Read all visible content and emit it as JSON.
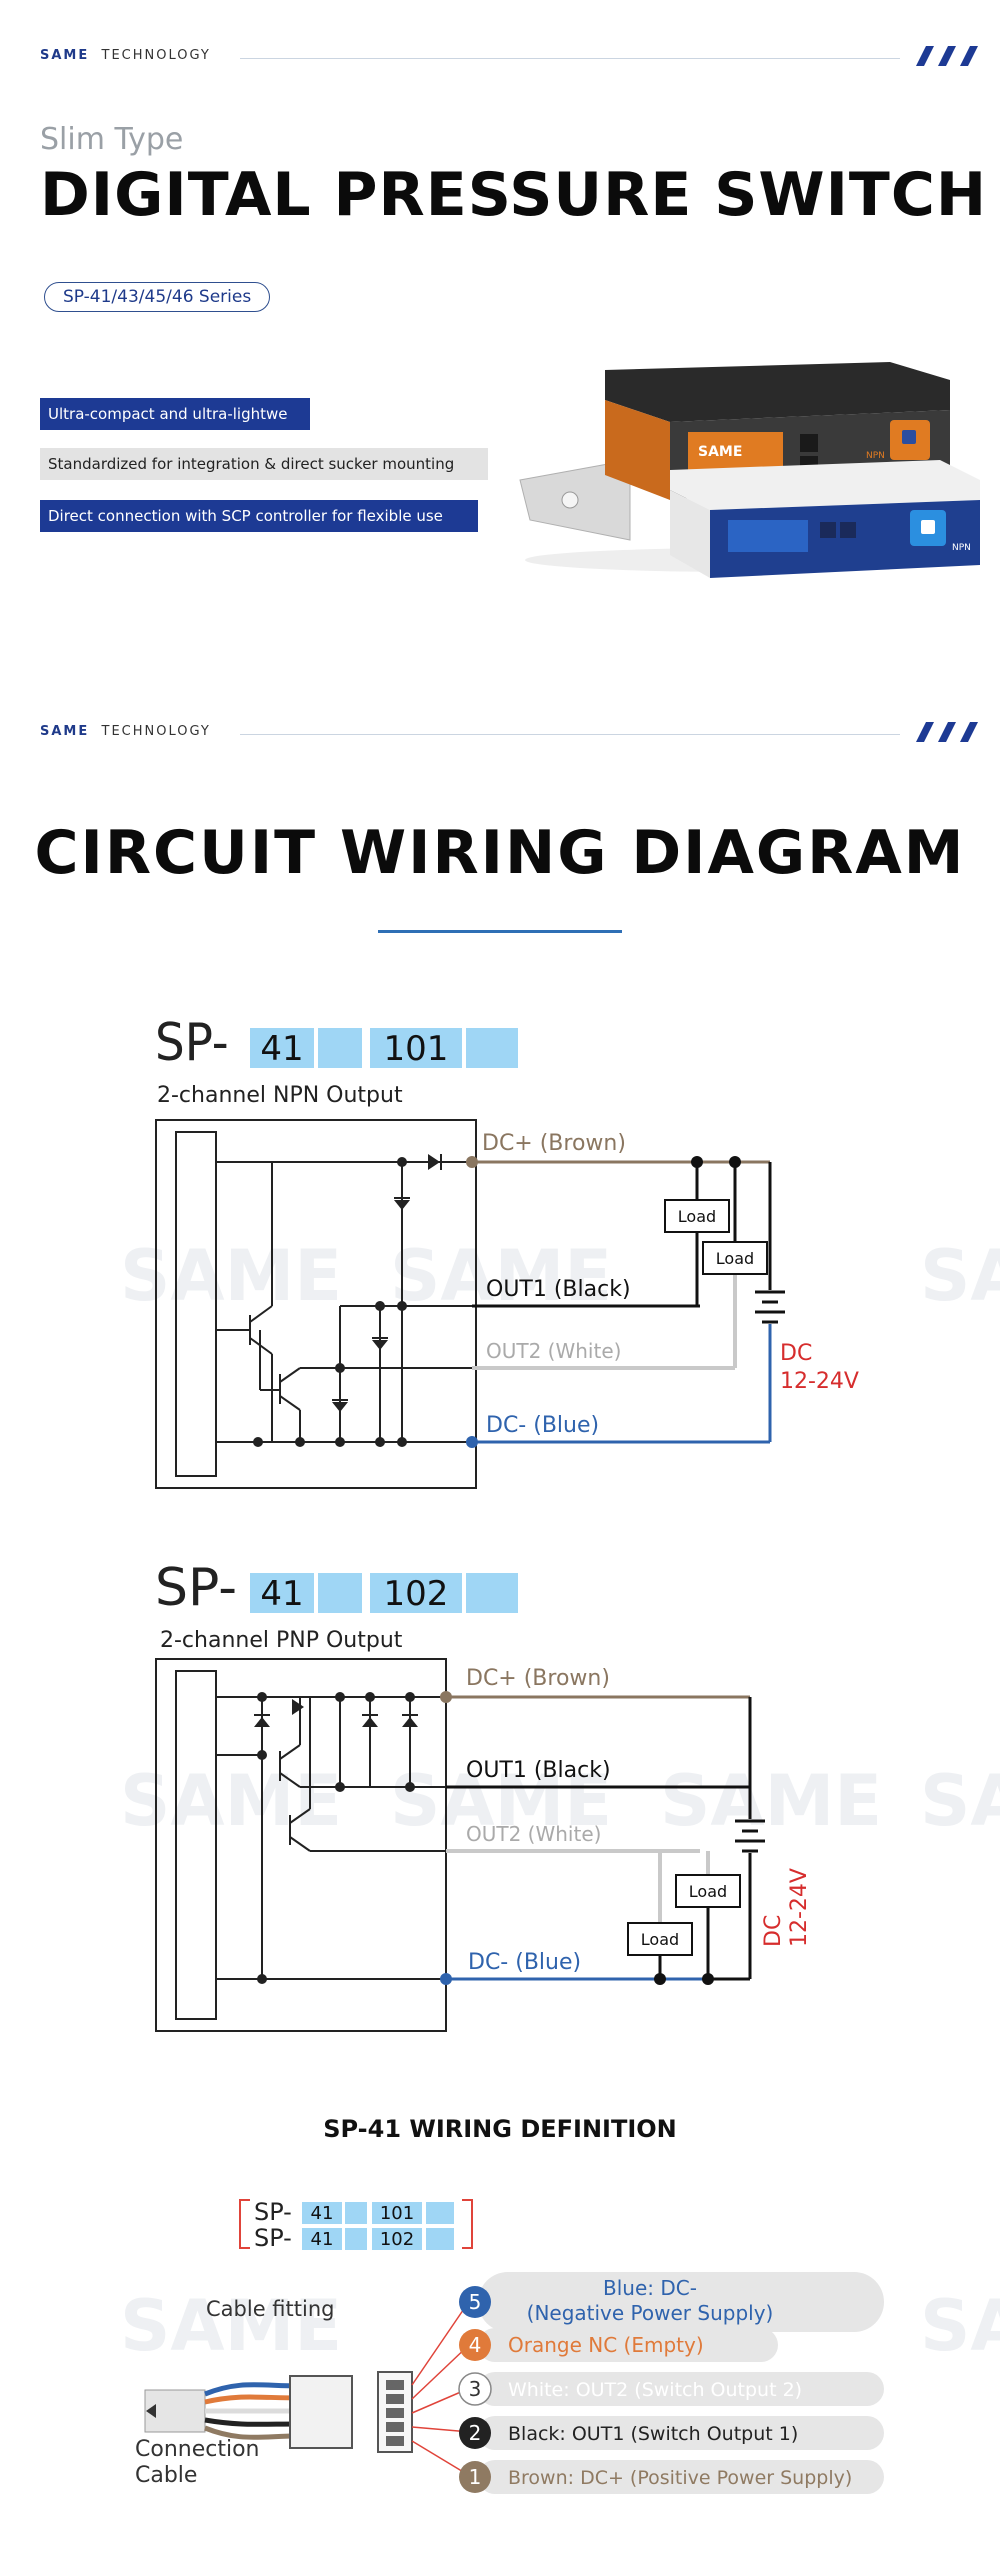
{
  "brand": {
    "name": "SAME",
    "tagline": "TECHNOLOGY"
  },
  "hero": {
    "subtitle": "Slim Type",
    "title": "DIGITAL PRESSURE SWITCH",
    "series": "SP-41/43/45/46 Series",
    "features": [
      "Ultra-compact and ultra-lightwe",
      "Standardized for integration & direct sucker mounting",
      "Direct connection with SCP controller for flexible use"
    ],
    "product_labels": {
      "logo": "SAME",
      "top_unit": "NPN",
      "bottom_unit": "NPN"
    }
  },
  "section": {
    "title": "CIRCUIT WIRING DIAGRAM"
  },
  "npn": {
    "prefix": "SP-",
    "code1": "41",
    "code2": "101",
    "caption": "2-channel NPN Output",
    "dc_plus": "DC+ (Brown)",
    "out1": "OUT1 (Black)",
    "out2": "OUT2 (White)",
    "dc_minus": "DC- (Blue)",
    "load": "Load",
    "dc": "DC",
    "voltage": "12-24V"
  },
  "pnp": {
    "prefix": "SP-",
    "code1": "41",
    "code2": "102",
    "caption": "2-channel PNP Output",
    "dc_plus": "DC+ (Brown)",
    "out1": "OUT1 (Black)",
    "out2": "OUT2 (White)",
    "dc_minus": "DC- (Blue)",
    "load": "Load",
    "dc": "DC",
    "voltage": "12-24V"
  },
  "definition": {
    "title": "SP-41 WIRING DEFINITION",
    "model_prefix": "SP-",
    "models": [
      {
        "code1": "41",
        "code2": "101"
      },
      {
        "code1": "41",
        "code2": "102"
      }
    ],
    "cable_fitting": "Cable fitting",
    "connection_cable": "Connection Cable",
    "pins": [
      {
        "num": "5",
        "line1": "Blue: DC-",
        "line2": "(Negative Power Supply)",
        "color": "#2f63ad"
      },
      {
        "num": "4",
        "line1": "Orange NC (Empty)",
        "line2": "",
        "color": "#e07a3a"
      },
      {
        "num": "3",
        "line1": "White: OUT2 (Switch Output 2)",
        "line2": "",
        "color": "#ffffff"
      },
      {
        "num": "2",
        "line1": "Black: OUT1 (Switch Output 1)",
        "line2": "",
        "color": "#222222"
      },
      {
        "num": "1",
        "line1": "Brown: DC+ (Positive Power Supply)",
        "line2": "",
        "color": "#8f7a62"
      }
    ]
  },
  "watermark": "SAME",
  "colors": {
    "accent_blue": "#1d3a94",
    "code_box": "#9fd6f5",
    "brown": "#8a7660",
    "wire_blue": "#2f63ad",
    "dc_red": "#d62d2d"
  }
}
